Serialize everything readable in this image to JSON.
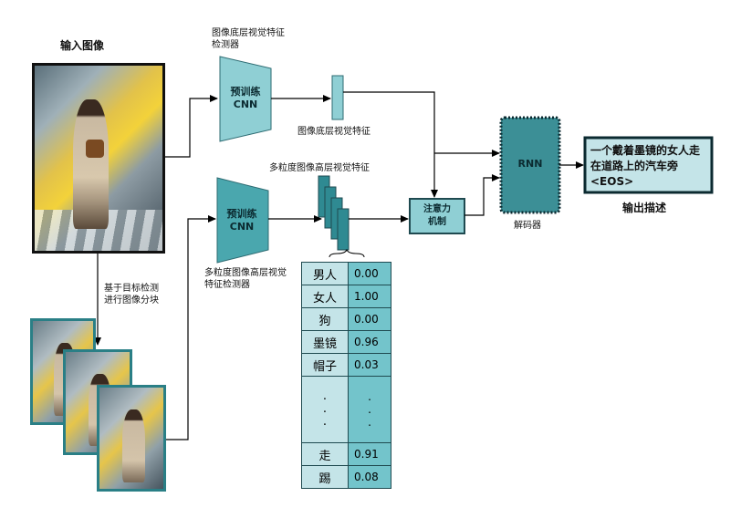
{
  "input_image_label": "输入图像",
  "top_detector_label": "图像底层视觉特征检测器",
  "cnn_label_1": "预训练\nCNN",
  "cnn_label_2": "预训练\nCNN",
  "low_feature_label": "图像底层视觉特征",
  "multi_feature_label": "多粒度图像高层视觉特征",
  "multi_detector_label": "多粒度图像高层视觉特征检测器",
  "crop_label": "基于目标检测\n进行图像分块",
  "attention_label": "注意力\n机制",
  "rnn_label": "RNN",
  "decoder_label": "解码器",
  "output_text": "一个戴着墨镜的女人走在道路上的汽车旁<EOS>",
  "output_label": "输出描述",
  "table": [
    {
      "word": "男人",
      "value": "0.00"
    },
    {
      "word": "女人",
      "value": "1.00"
    },
    {
      "word": "狗",
      "value": "0.00"
    },
    {
      "word": "墨镜",
      "value": "0.96"
    },
    {
      "word": "帽子",
      "value": "0.03"
    },
    {
      "word": ".",
      "value": "."
    },
    {
      "word": "走",
      "value": "0.91"
    },
    {
      "word": "踢",
      "value": "0.08"
    }
  ],
  "colors": {
    "teal_light": "#8fcfd4",
    "teal_mid": "#4aa7ae",
    "teal_dark": "#2f8a92",
    "output_fill": "#c4e4e8"
  }
}
